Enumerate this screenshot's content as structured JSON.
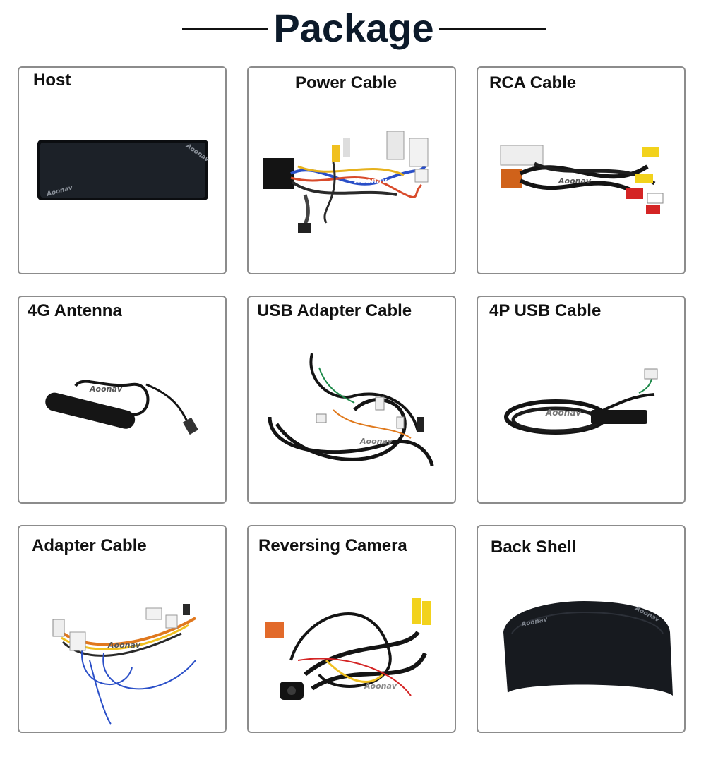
{
  "header": {
    "title": "Package"
  },
  "watermark": "Aoonav",
  "items": [
    {
      "label": "Host"
    },
    {
      "label": "Power Cable"
    },
    {
      "label": "RCA Cable"
    },
    {
      "label": "4G Antenna"
    },
    {
      "label": "USB Adapter Cable"
    },
    {
      "label": "4P USB Cable"
    },
    {
      "label": "Adapter Cable"
    },
    {
      "label": "Reversing Camera"
    },
    {
      "label": "Back Shell"
    }
  ]
}
